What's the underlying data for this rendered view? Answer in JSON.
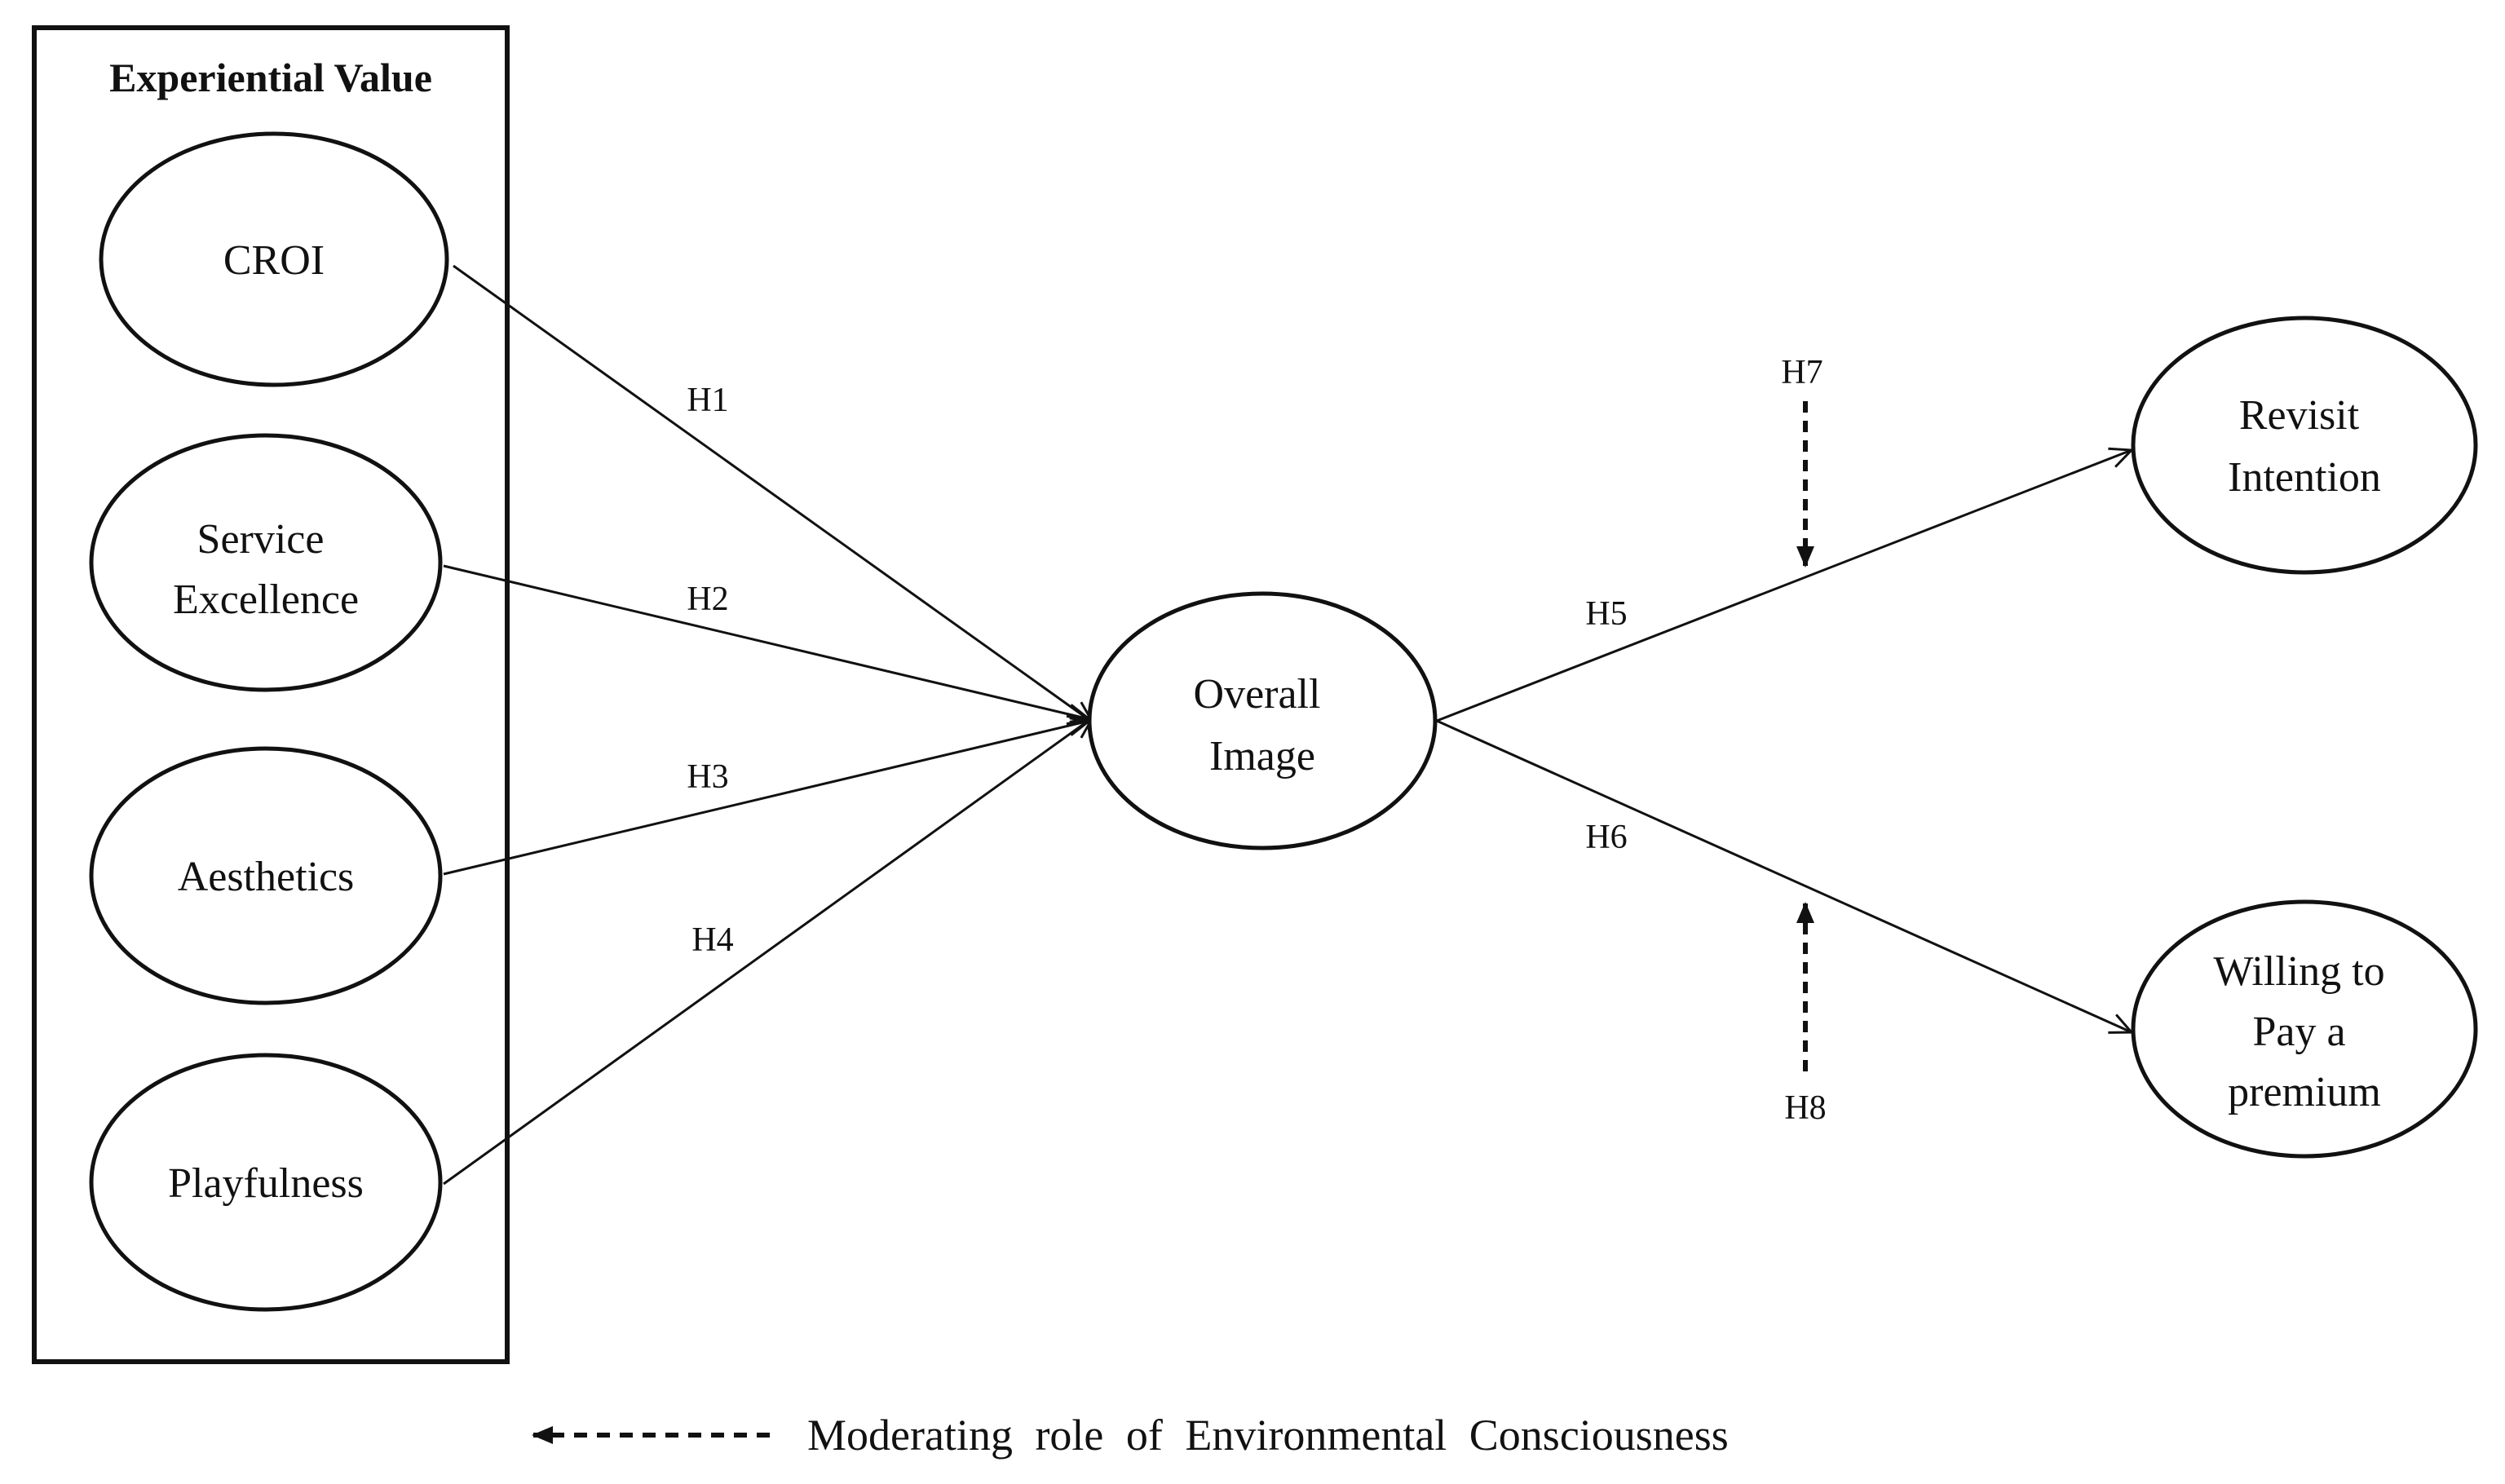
{
  "diagram": {
    "group_title": "Experiential Value",
    "nodes": {
      "croi": "CROI",
      "service_excellence": [
        "Service",
        "Excellence"
      ],
      "aesthetics": "Aesthetics",
      "playfulness": "Playfulness",
      "overall_image": [
        "Overall",
        "Image"
      ],
      "revisit_intention": [
        "Revisit",
        "Intention"
      ],
      "willing_to_pay": [
        "Willing to",
        "Pay a",
        "premium"
      ]
    },
    "hypotheses": {
      "h1": "H1",
      "h2": "H2",
      "h3": "H3",
      "h4": "H4",
      "h5": "H5",
      "h6": "H6",
      "h7": "H7",
      "h8": "H8"
    },
    "legend": "Moderating role of Environmental Consciousness",
    "colors": {
      "stroke": "#111111",
      "background": "#ffffff"
    }
  }
}
